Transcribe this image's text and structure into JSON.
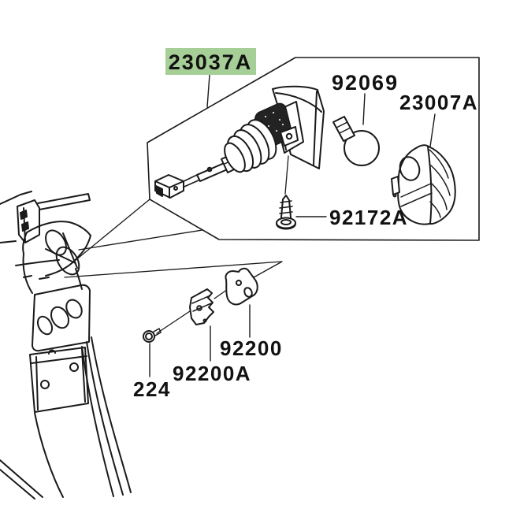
{
  "image": {
    "kind": "exploded-parts-diagram",
    "subject": "rear turn signal assembly on motorcycle tail section",
    "background": "#ffffff"
  },
  "colors": {
    "line": "#1a1a1a",
    "label_text": "#111111",
    "highlight_bg": "#a6ce97",
    "highlight_text": "#2d6a32"
  },
  "parts": {
    "assembly": {
      "number": "23037A",
      "highlighted": true
    },
    "bulb": {
      "number": "92069"
    },
    "lens": {
      "number": "23007A"
    },
    "screw": {
      "number": "92172A"
    },
    "plate": {
      "number": "92200"
    },
    "bracket": {
      "number": "92200A"
    },
    "bolt": {
      "number": "224"
    }
  }
}
